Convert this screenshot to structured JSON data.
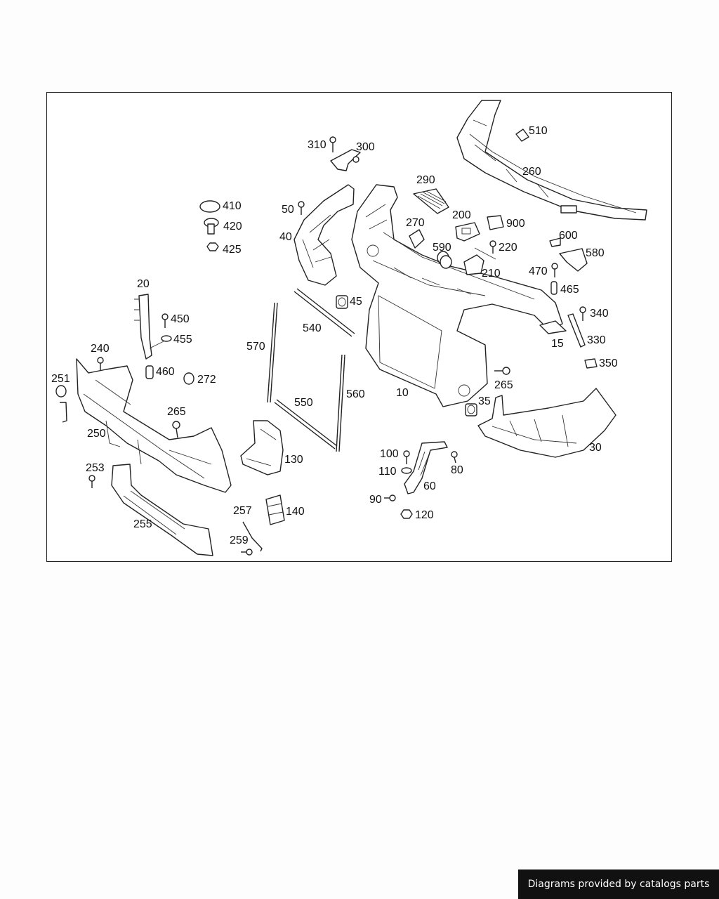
{
  "diagram": {
    "part_numbers": {
      "p510": "510",
      "p260": "260",
      "p310": "310",
      "p300": "300",
      "p290": "290",
      "p410": "410",
      "p50": "50",
      "p200": "200",
      "p900": "900",
      "p270": "270",
      "p420": "420",
      "p600": "600",
      "p40": "40",
      "p425": "425",
      "p590": "590",
      "p220": "220",
      "p580": "580",
      "p470": "470",
      "p210": "210",
      "p465": "465",
      "p20": "20",
      "p45": "45",
      "p340": "340",
      "p450": "450",
      "p540": "540",
      "p330": "330",
      "p455": "455",
      "p15": "15",
      "p240": "240",
      "p570": "570",
      "p350": "350",
      "p460": "460",
      "p251": "251",
      "p272": "272",
      "p265a": "265",
      "p265b": "265",
      "p560": "560",
      "p10": "10",
      "p550": "550",
      "p35": "35",
      "p250": "250",
      "p30": "30",
      "p130": "130",
      "p100": "100",
      "p80": "80",
      "p110": "110",
      "p253": "253",
      "p60": "60",
      "p90": "90",
      "p257": "257",
      "p140": "140",
      "p120": "120",
      "p255": "255",
      "p259": "259"
    }
  },
  "footer": {
    "credit_text": "Diagrams provided by catalogs parts"
  }
}
